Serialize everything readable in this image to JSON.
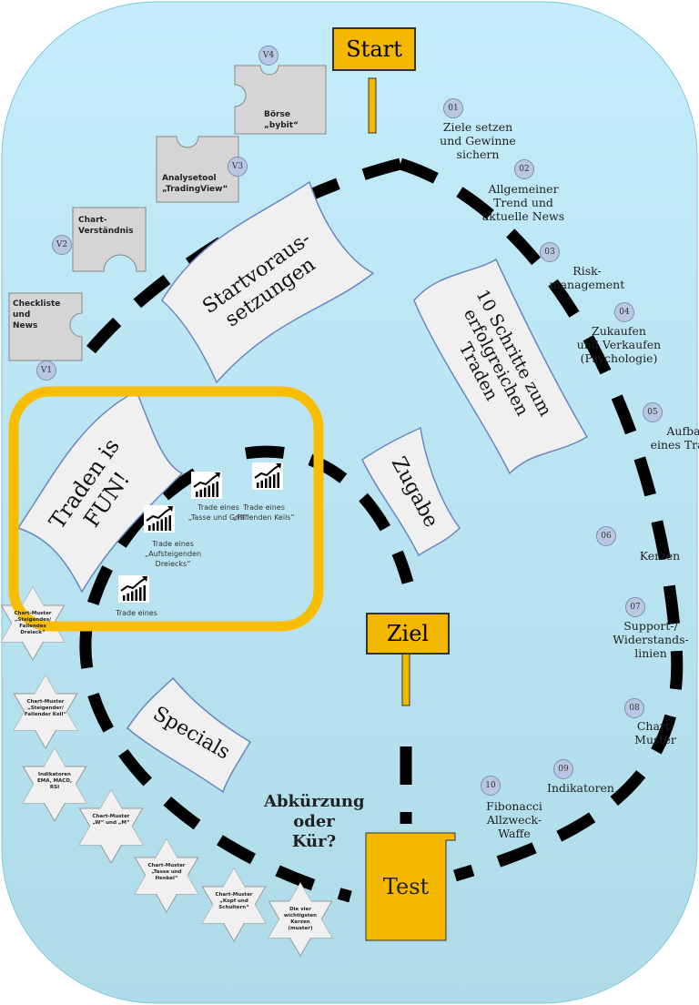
{
  "colors": {
    "background_top": "#bfe8f7",
    "background_bottom": "#b2dde9",
    "highlight": "#f9bd00",
    "sign": "#f5b800"
  },
  "signs": {
    "start": "Start",
    "ziel": "Ziel",
    "test": "Test"
  },
  "shortcut": "Abkürzung\noder\nKür?",
  "flags": {
    "startvoraussetzungen": "Startvoraus-\nsetzungen",
    "ten_steps": "10 Schritte zum\nerfolgreichen\nTraden",
    "zugabe": "Zugabe",
    "traden_fun": "Traden is\nFUN!",
    "specials": "Specials"
  },
  "steps": [
    {
      "num": "01",
      "label": "Ziele setzen\nund Gewinne\nsichern"
    },
    {
      "num": "02",
      "label": "Allgemeiner\nTrend und\naktuelle News"
    },
    {
      "num": "03",
      "label": "Risk-\nmanagement"
    },
    {
      "num": "04",
      "label": "Zukaufen\nund Verkaufen\n(Psychologie)"
    },
    {
      "num": "05",
      "label": "Aufbau\neines Trades"
    },
    {
      "num": "06",
      "label": "Kerzen"
    },
    {
      "num": "07",
      "label": "Support-/\nWiderstands-\nlinien"
    },
    {
      "num": "08",
      "label": "Chart-\nMuster"
    },
    {
      "num": "09",
      "label": "Indikatoren"
    },
    {
      "num": "10",
      "label": "Fibonacci\nAllzweck-\nWaffe"
    }
  ],
  "puzzles": [
    {
      "num": "V1",
      "label": "Checkliste\nund\nNews"
    },
    {
      "num": "V2",
      "label": "Chart-\nVerständnis"
    },
    {
      "num": "V3",
      "label": "Analysetool\n„TradingView“"
    },
    {
      "num": "V4",
      "label": "Börse\n„bybit“"
    }
  ],
  "trades": [
    {
      "label": "Trade eines",
      "icon": "chart-trend-up-icon"
    },
    {
      "label": "Trade eines\n„Aufsteigenden\nDreiecks“",
      "icon": "chart-trend-up-icon"
    },
    {
      "label": "Trade eines\n„Tasse und Griff“",
      "icon": "chart-trend-up-icon"
    },
    {
      "label": "Trade eines\n„Fallenden Keils“",
      "icon": "chart-trend-up-icon"
    }
  ],
  "stars": [
    "Chart-Muster\n„Steigendes/\nFallendes\nDreieck“",
    "Chart-Muster\n„Steigender/\nFallender Keil“",
    "Indikatoren\nEMA, MACD,\nRSI",
    "Chart-Muster\n„W“ und „M“",
    "Chart-Muster\n„Tasse und\nHenkel“",
    "Chart-Muster\n„Kopf und\nSchultern“",
    "Die vier\nwichtigsten\nKerzen\n(muster)"
  ]
}
